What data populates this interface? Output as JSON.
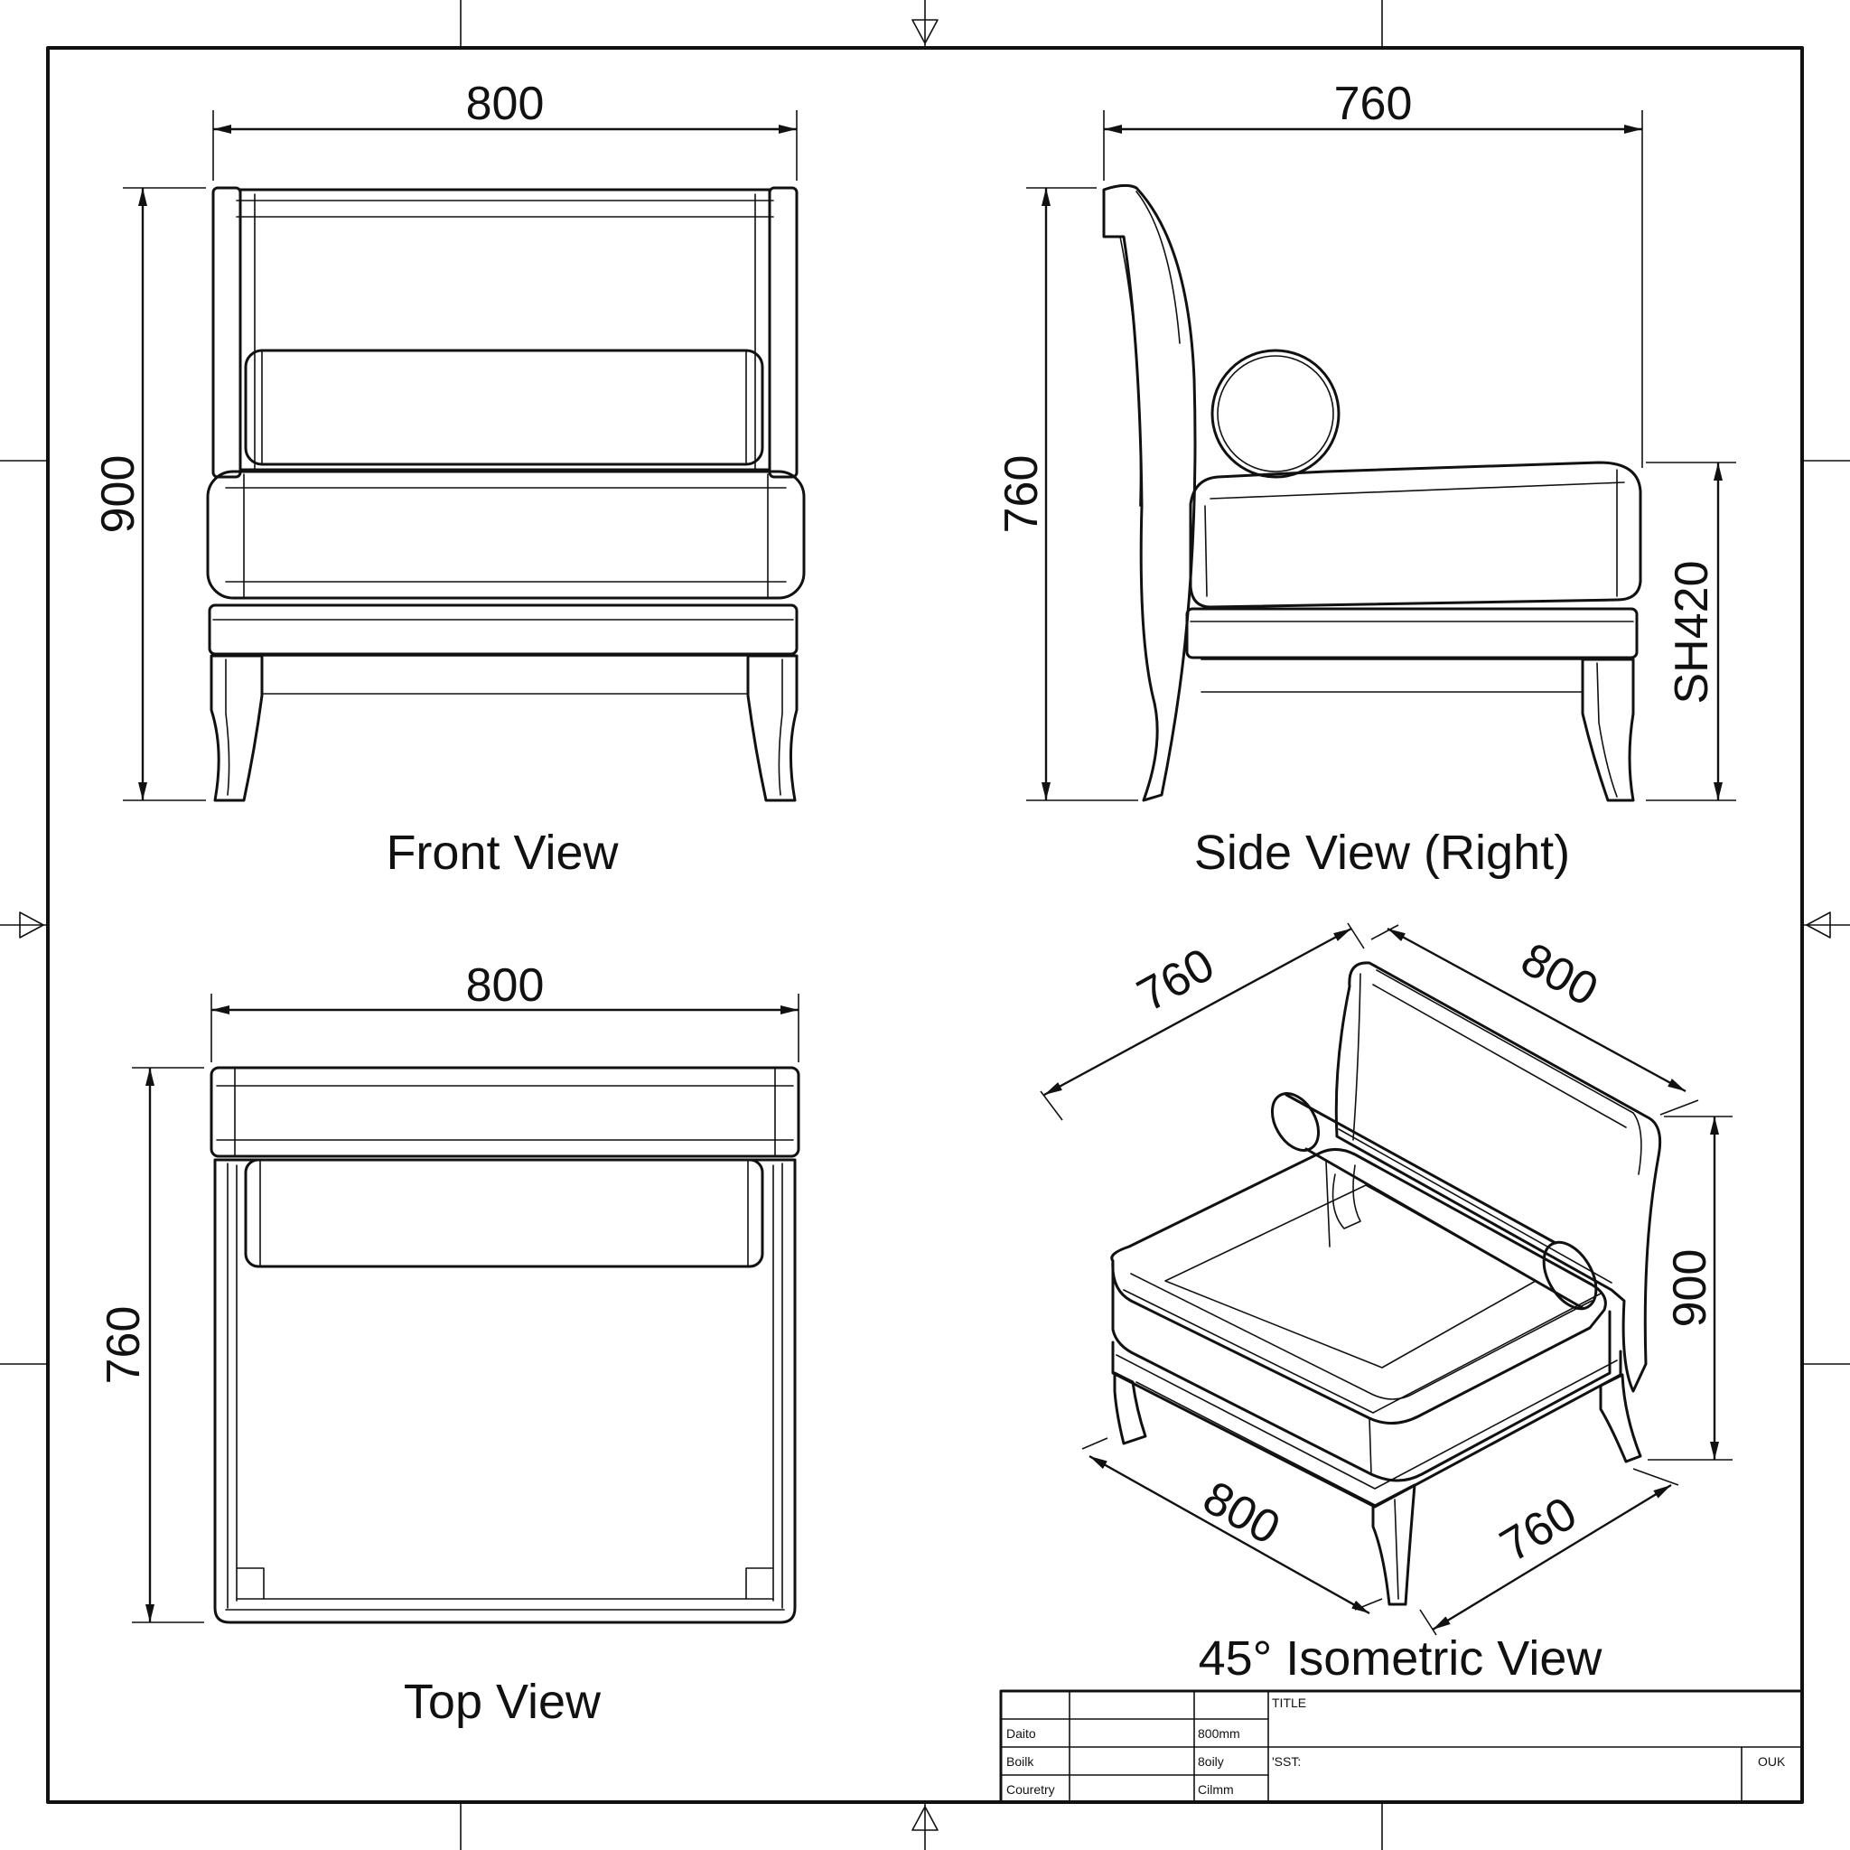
{
  "views": {
    "front": {
      "caption": "Front View",
      "width_label": "800",
      "height_label": "900"
    },
    "side": {
      "caption": "Side View (Right)",
      "depth_label": "760",
      "height_label": "760",
      "seat_height_label": "SH420"
    },
    "top": {
      "caption": "Top View",
      "width_label": "800",
      "depth_label": "760"
    },
    "isometric": {
      "caption": "45° Isometric View",
      "top_left_label": "760",
      "top_right_label": "800",
      "bottom_left_label": "800",
      "bottom_right_label": "760",
      "height_label": "900"
    }
  },
  "title_block": {
    "title_label": "TITLE",
    "rows": [
      {
        "label": "Daito",
        "value": "800mm"
      },
      {
        "label": "Boilk",
        "value": "8oily"
      },
      {
        "label": "Couretry",
        "value": "Cilmm"
      }
    ],
    "sst_label": "'SST:",
    "code": "OUK"
  }
}
